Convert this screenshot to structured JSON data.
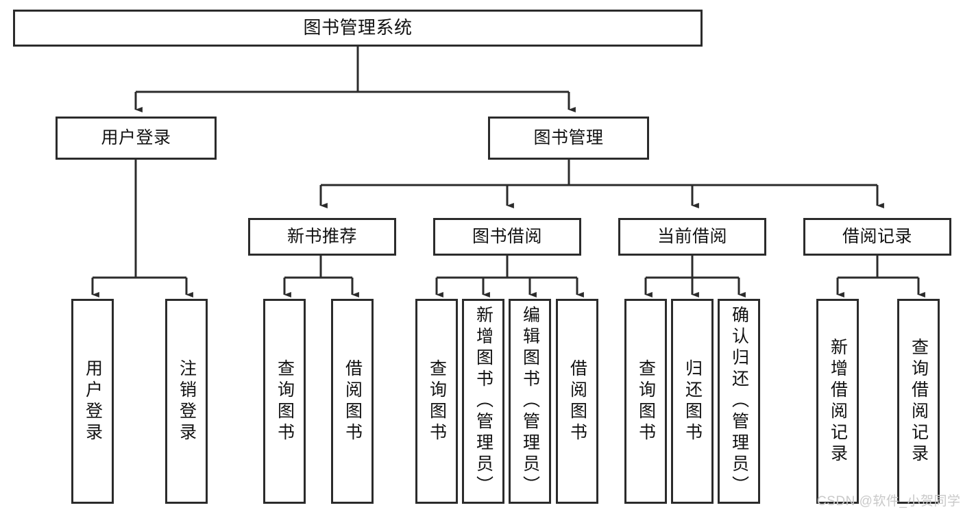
{
  "diagram": {
    "type": "tree-hierarchy-diagram",
    "title": "图书管理系统",
    "orientation": "top-down",
    "colors": {
      "box_border": "#2b2b2b",
      "box_fill": "#ffffff",
      "connector": "#2b2b2b",
      "text": "#111111",
      "watermark": "#c9c9c9",
      "background": "#ffffff"
    },
    "nodes": {
      "root": {
        "label": "图书管理系统"
      },
      "level2": [
        {
          "id": "user-login",
          "label": "用户登录"
        },
        {
          "id": "book-management",
          "label": "图书管理"
        }
      ],
      "level3": [
        {
          "id": "new-book-recommend",
          "label": "新书推荐"
        },
        {
          "id": "book-borrow",
          "label": "图书借阅"
        },
        {
          "id": "current-borrow",
          "label": "当前借阅"
        },
        {
          "id": "borrow-record",
          "label": "借阅记录"
        }
      ],
      "leaves": {
        "user_login": [
          {
            "id": "leaf-user-login",
            "label": "用户登录"
          },
          {
            "id": "leaf-logout-login",
            "label": "注销登录"
          }
        ],
        "new_book_recommend": [
          {
            "id": "leaf-query-book-1",
            "label": "查询图书"
          },
          {
            "id": "leaf-borrow-book-1",
            "label": "借阅图书"
          }
        ],
        "book_borrow": [
          {
            "id": "leaf-query-book-2",
            "label": "查询图书"
          },
          {
            "id": "leaf-add-book",
            "label": "新增图书（管理员）"
          },
          {
            "id": "leaf-edit-book",
            "label": "编辑图书（管理员）"
          },
          {
            "id": "leaf-borrow-book-2",
            "label": "借阅图书"
          }
        ],
        "current_borrow": [
          {
            "id": "leaf-query-book-3",
            "label": "查询图书"
          },
          {
            "id": "leaf-return-book",
            "label": "归还图书"
          },
          {
            "id": "leaf-confirm-return",
            "label": "确认归还（管理员）"
          }
        ],
        "borrow_record": [
          {
            "id": "leaf-add-record",
            "label": "新增借阅记录"
          },
          {
            "id": "leaf-query-record",
            "label": "查询借阅记录"
          }
        ]
      }
    }
  },
  "watermark": {
    "text": "CSDN @软件_小贺同学"
  }
}
